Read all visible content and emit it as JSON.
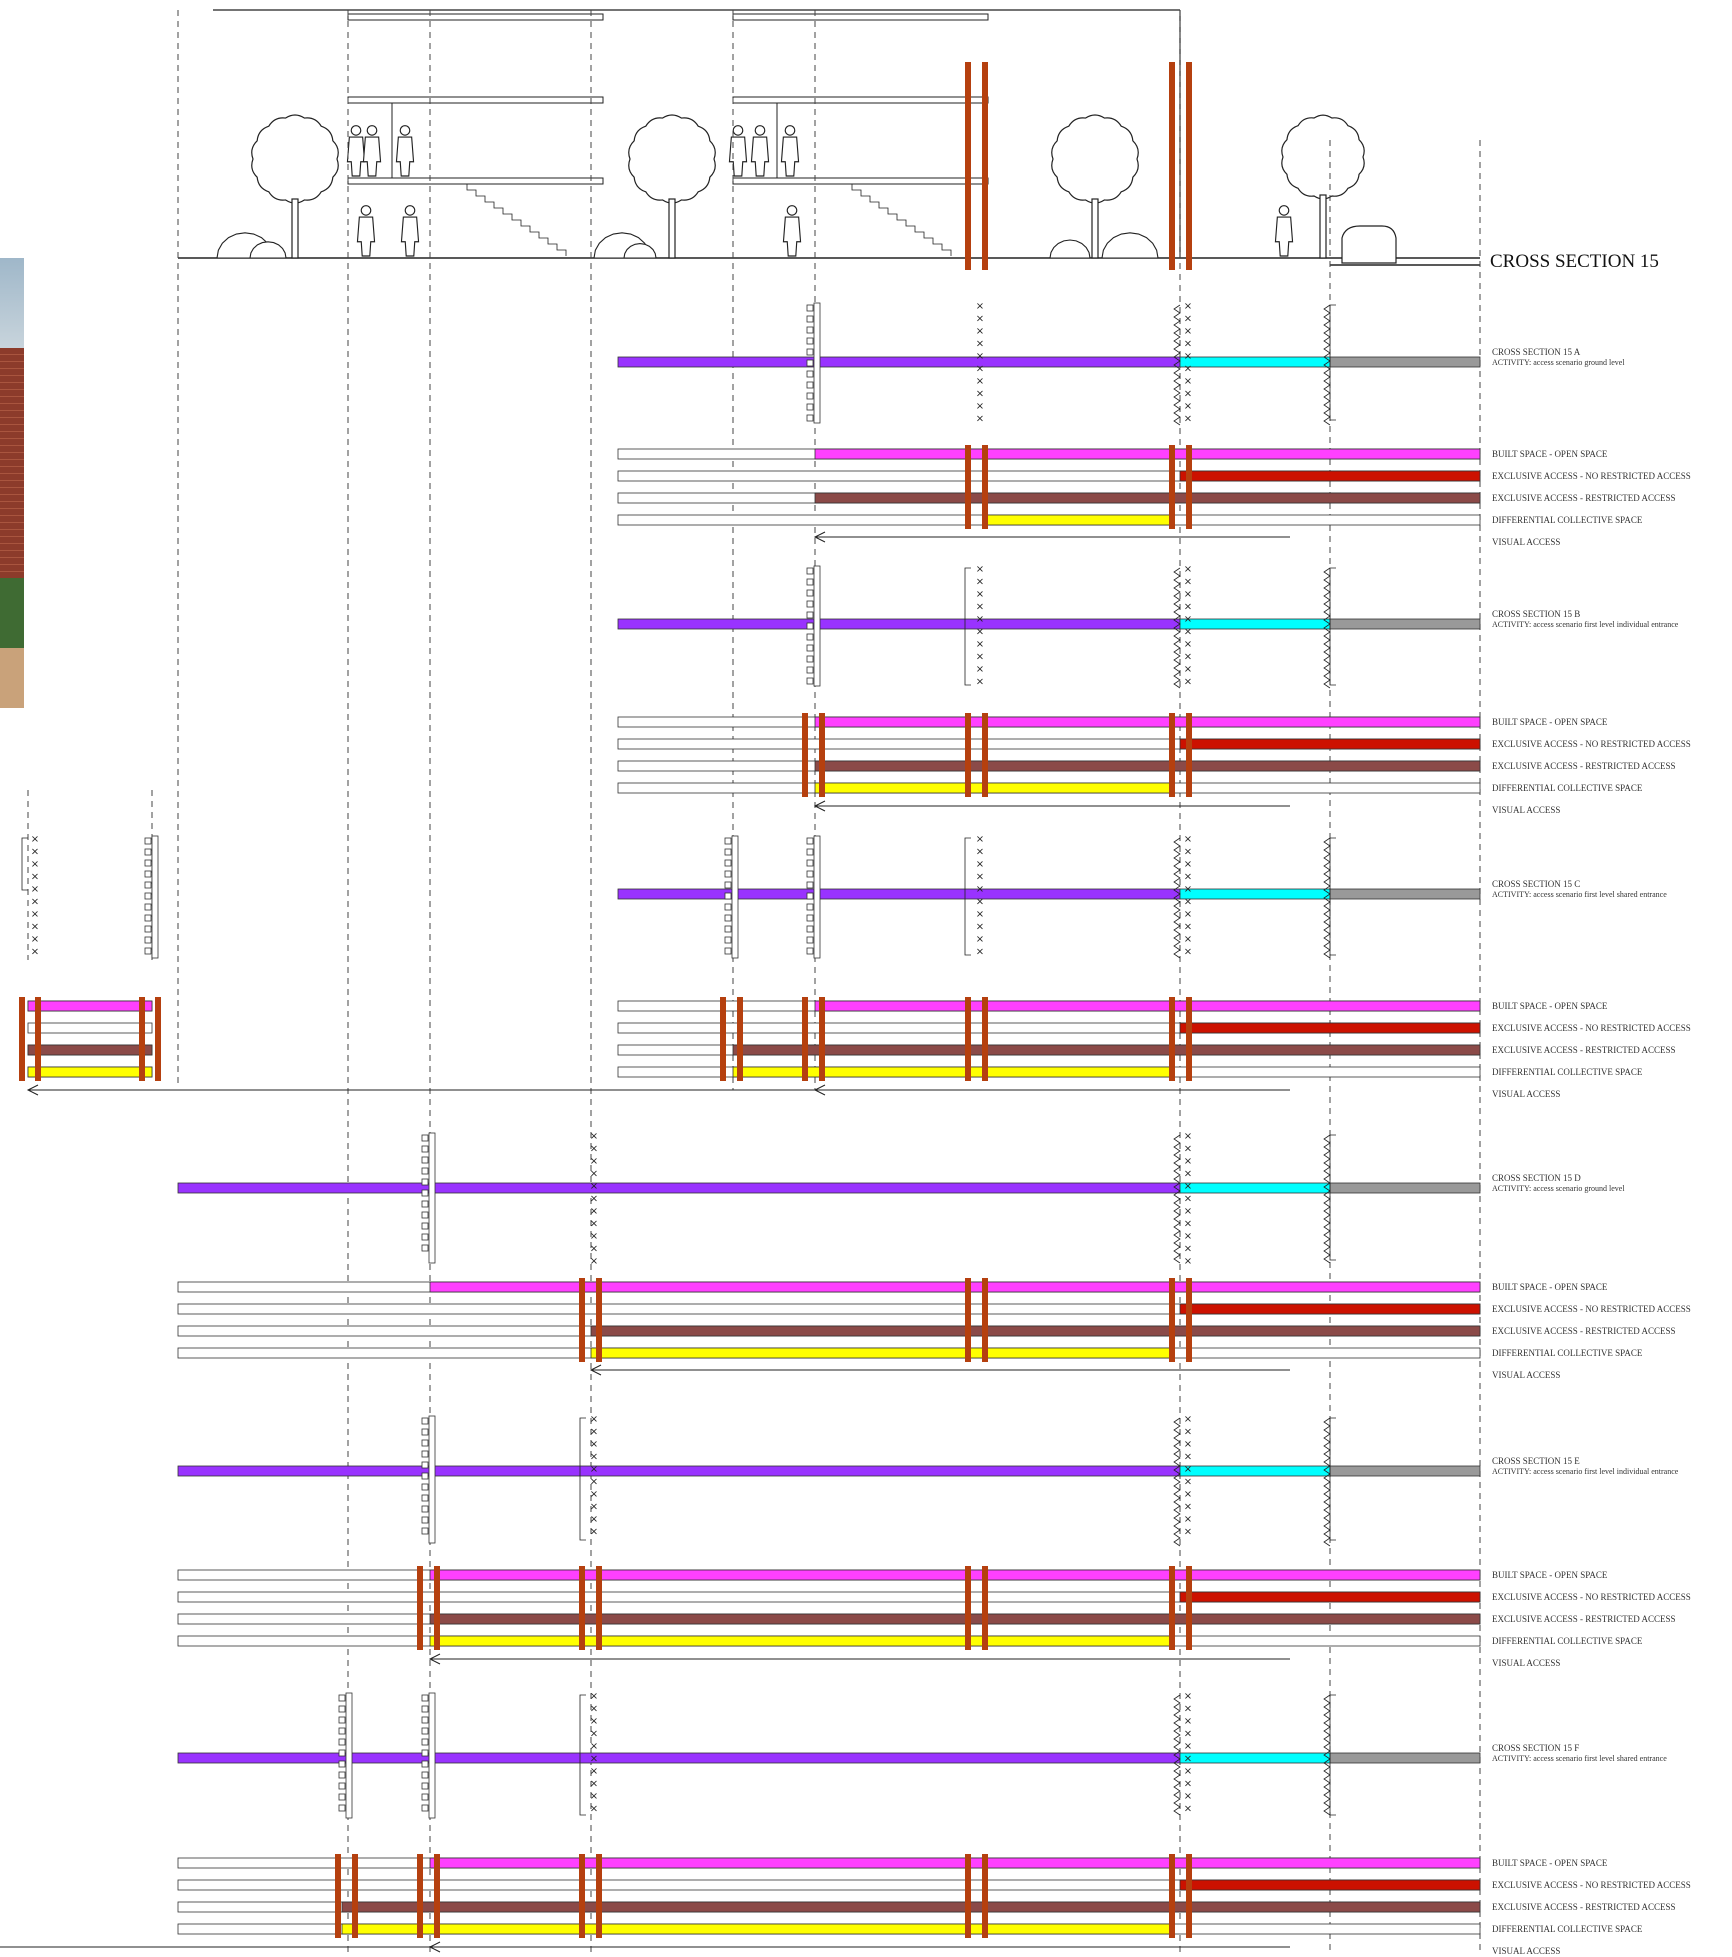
{
  "title": "CROSS SECTION 15",
  "legend_labels": {
    "built": "BUILT SPACE - OPEN SPACE",
    "exclusive_no_restricted": "EXCLUSIVE ACCESS - NO RESTRICTED ACCESS",
    "exclusive_restricted": "EXCLUSIVE ACCESS - RESTRICTED ACCESS",
    "differential": "DIFFERENTIAL COLLECTIVE SPACE",
    "visual": "VISUAL ACCESS"
  },
  "colors": {
    "built": "#ff40ff",
    "exclusive_no_restricted": "#cc1100",
    "exclusive_restricted": "#8b4a48",
    "differential": "#ffff00",
    "activity_inside": "#9933ff",
    "activity_middle": "#00ffff",
    "activity_outside": "#999999",
    "barrier": "#b5400f"
  },
  "sections": [
    {
      "title": "CROSS SECTION 15 A",
      "activity": "ACTIVITY: access scenario ground level"
    },
    {
      "title": "CROSS SECTION 15 B",
      "activity": "ACTIVITY: access scenario first level individual entrance"
    },
    {
      "title": "CROSS SECTION 15 C",
      "activity": "ACTIVITY: access scenario first level shared entrance"
    },
    {
      "title": "CROSS SECTION 15 D",
      "activity": "ACTIVITY: access scenario ground level"
    },
    {
      "title": "CROSS SECTION 15 E",
      "activity": "ACTIVITY: access scenario first level individual entrance"
    },
    {
      "title": "CROSS SECTION 15 F",
      "activity": "ACTIVITY: access scenario first level shared entrance"
    }
  ]
}
